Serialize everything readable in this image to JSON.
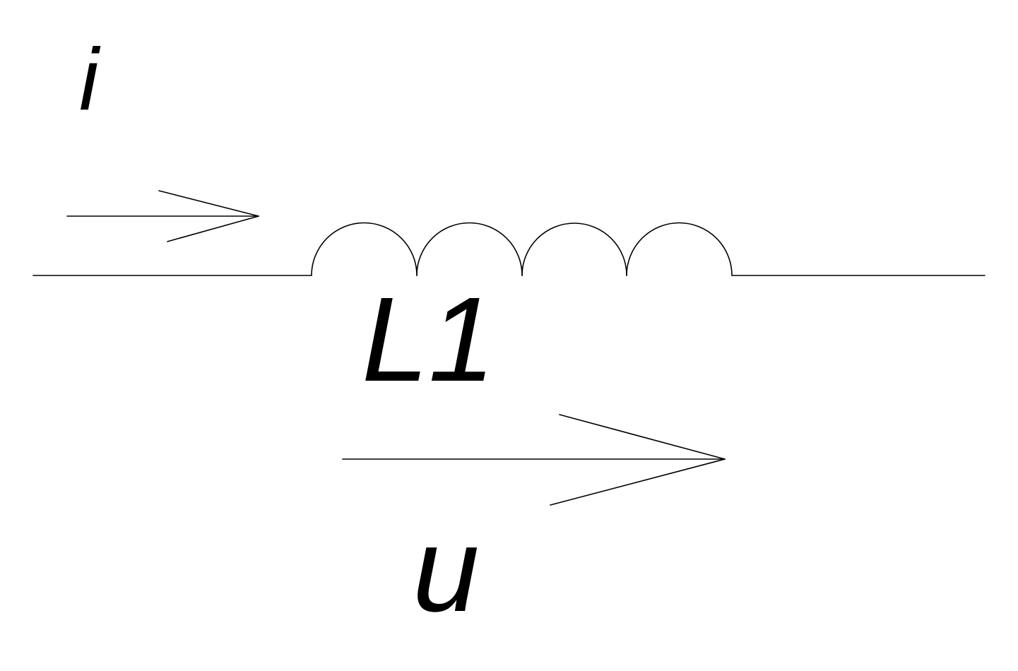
{
  "diagram": {
    "current_label": "i",
    "inductor_label": "L1",
    "voltage_label": "u",
    "stroke_color": "#000000",
    "background_color": "#ffffff"
  }
}
